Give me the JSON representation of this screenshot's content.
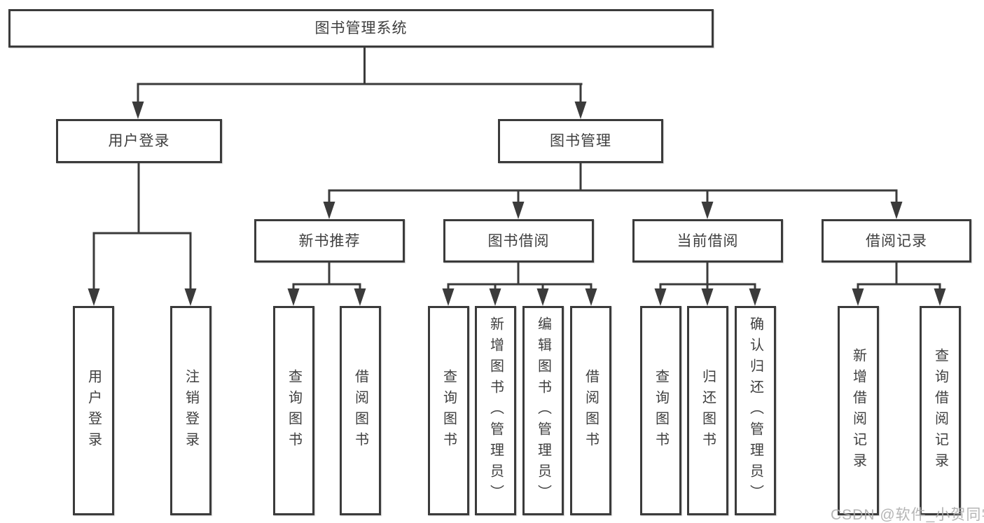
{
  "diagram": {
    "title": "图书管理系统",
    "level2": [
      {
        "label": "用户登录"
      },
      {
        "label": "图书管理"
      }
    ],
    "level3": [
      {
        "label": "新书推荐"
      },
      {
        "label": "图书借阅"
      },
      {
        "label": "当前借阅"
      },
      {
        "label": "借阅记录"
      }
    ],
    "leaves": {
      "user_login": [
        "用户登录",
        "注销登录"
      ],
      "new_book": [
        "查询图书",
        "借阅图书"
      ],
      "book_borrow": [
        "查询图书",
        "新增图书（管理员）",
        "编辑图书（管理员）",
        "借阅图书"
      ],
      "current_borrow": [
        "查询图书",
        "归还图书",
        "确认归还（管理员）"
      ],
      "borrow_record": [
        "新增借阅记录",
        "查询借阅记录"
      ]
    },
    "watermark": "CSDN @软件_小贺同学",
    "colors": {
      "line": "#3b3b3b",
      "text": "#3f3f3f",
      "watermark": "#adadad",
      "background": "#ffffff"
    }
  }
}
